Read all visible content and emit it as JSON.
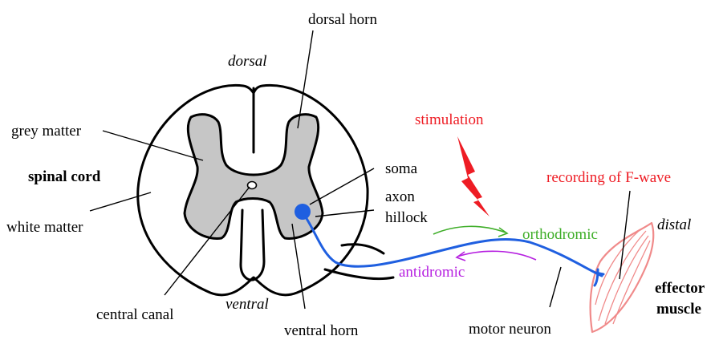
{
  "labels": {
    "dorsal_horn": "dorsal horn",
    "dorsal": "dorsal",
    "grey_matter": "grey matter",
    "spinal_cord": "spinal cord",
    "white_matter": "white matter",
    "central_canal": "central canal",
    "ventral": "ventral",
    "ventral_horn": "ventral horn",
    "stimulation": "stimulation",
    "soma": "soma",
    "axon": "axon",
    "hillock": "hillock",
    "orthodromic": "orthodromic",
    "antidromic": "antidromic",
    "recording": "recording of F-wave",
    "distal": "distal",
    "effector": "effector",
    "muscle": "muscle",
    "motor_neuron": "motor neuron"
  },
  "colors": {
    "outline": "#000000",
    "grey_matter_fill": "#c6c6c6",
    "neuron": "#1f5fe0",
    "stimulation": "#ee1c24",
    "recording": "#ee1c24",
    "orthodromic": "#3fae29",
    "antidromic": "#b620e0",
    "muscle": "#f08a8a"
  }
}
